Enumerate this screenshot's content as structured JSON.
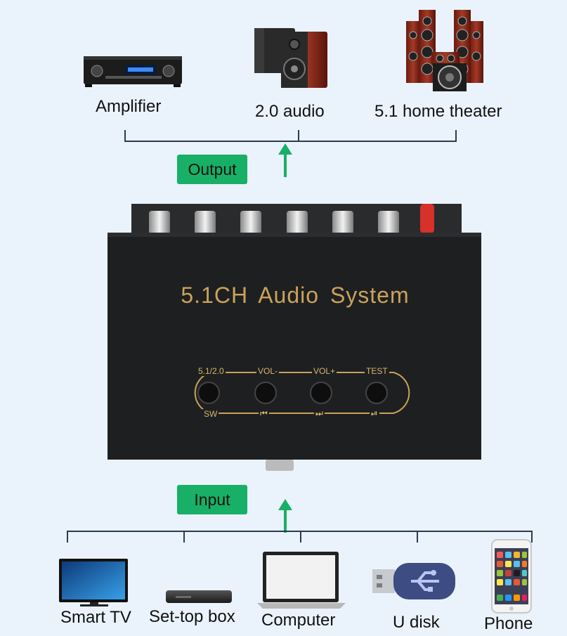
{
  "outputs": [
    {
      "label": "Amplifier",
      "icon": "amplifier-icon"
    },
    {
      "label": "2.0 audio",
      "icon": "bookshelf-speakers-icon"
    },
    {
      "label": "5.1 home theater",
      "icon": "home-theater-speakers-icon"
    }
  ],
  "output_tag": "Output",
  "input_tag": "Input",
  "device": {
    "title": "5.1CH  Audio  System",
    "buttons": [
      {
        "top": "5.1/2.0",
        "bottom": "SW"
      },
      {
        "top": "VOL-",
        "bottom": "⏮"
      },
      {
        "top": "VOL+",
        "bottom": "⏭"
      },
      {
        "top": "TEST",
        "bottom": "⏯"
      }
    ]
  },
  "inputs": [
    {
      "label": "Smart TV",
      "icon": "smart-tv-icon"
    },
    {
      "label": "Set-top box",
      "icon": "set-top-box-icon"
    },
    {
      "label": "Computer",
      "icon": "laptop-icon"
    },
    {
      "label": "U disk",
      "icon": "usb-drive-icon"
    },
    {
      "label": "Phone",
      "icon": "phone-icon"
    }
  ],
  "colors": {
    "background": "#eaf3fb",
    "tag": "#17b066",
    "arrow": "#17b066",
    "device_body": "#1e1f21",
    "device_print": "#c9a35a",
    "bracket": "#2a3a55"
  }
}
